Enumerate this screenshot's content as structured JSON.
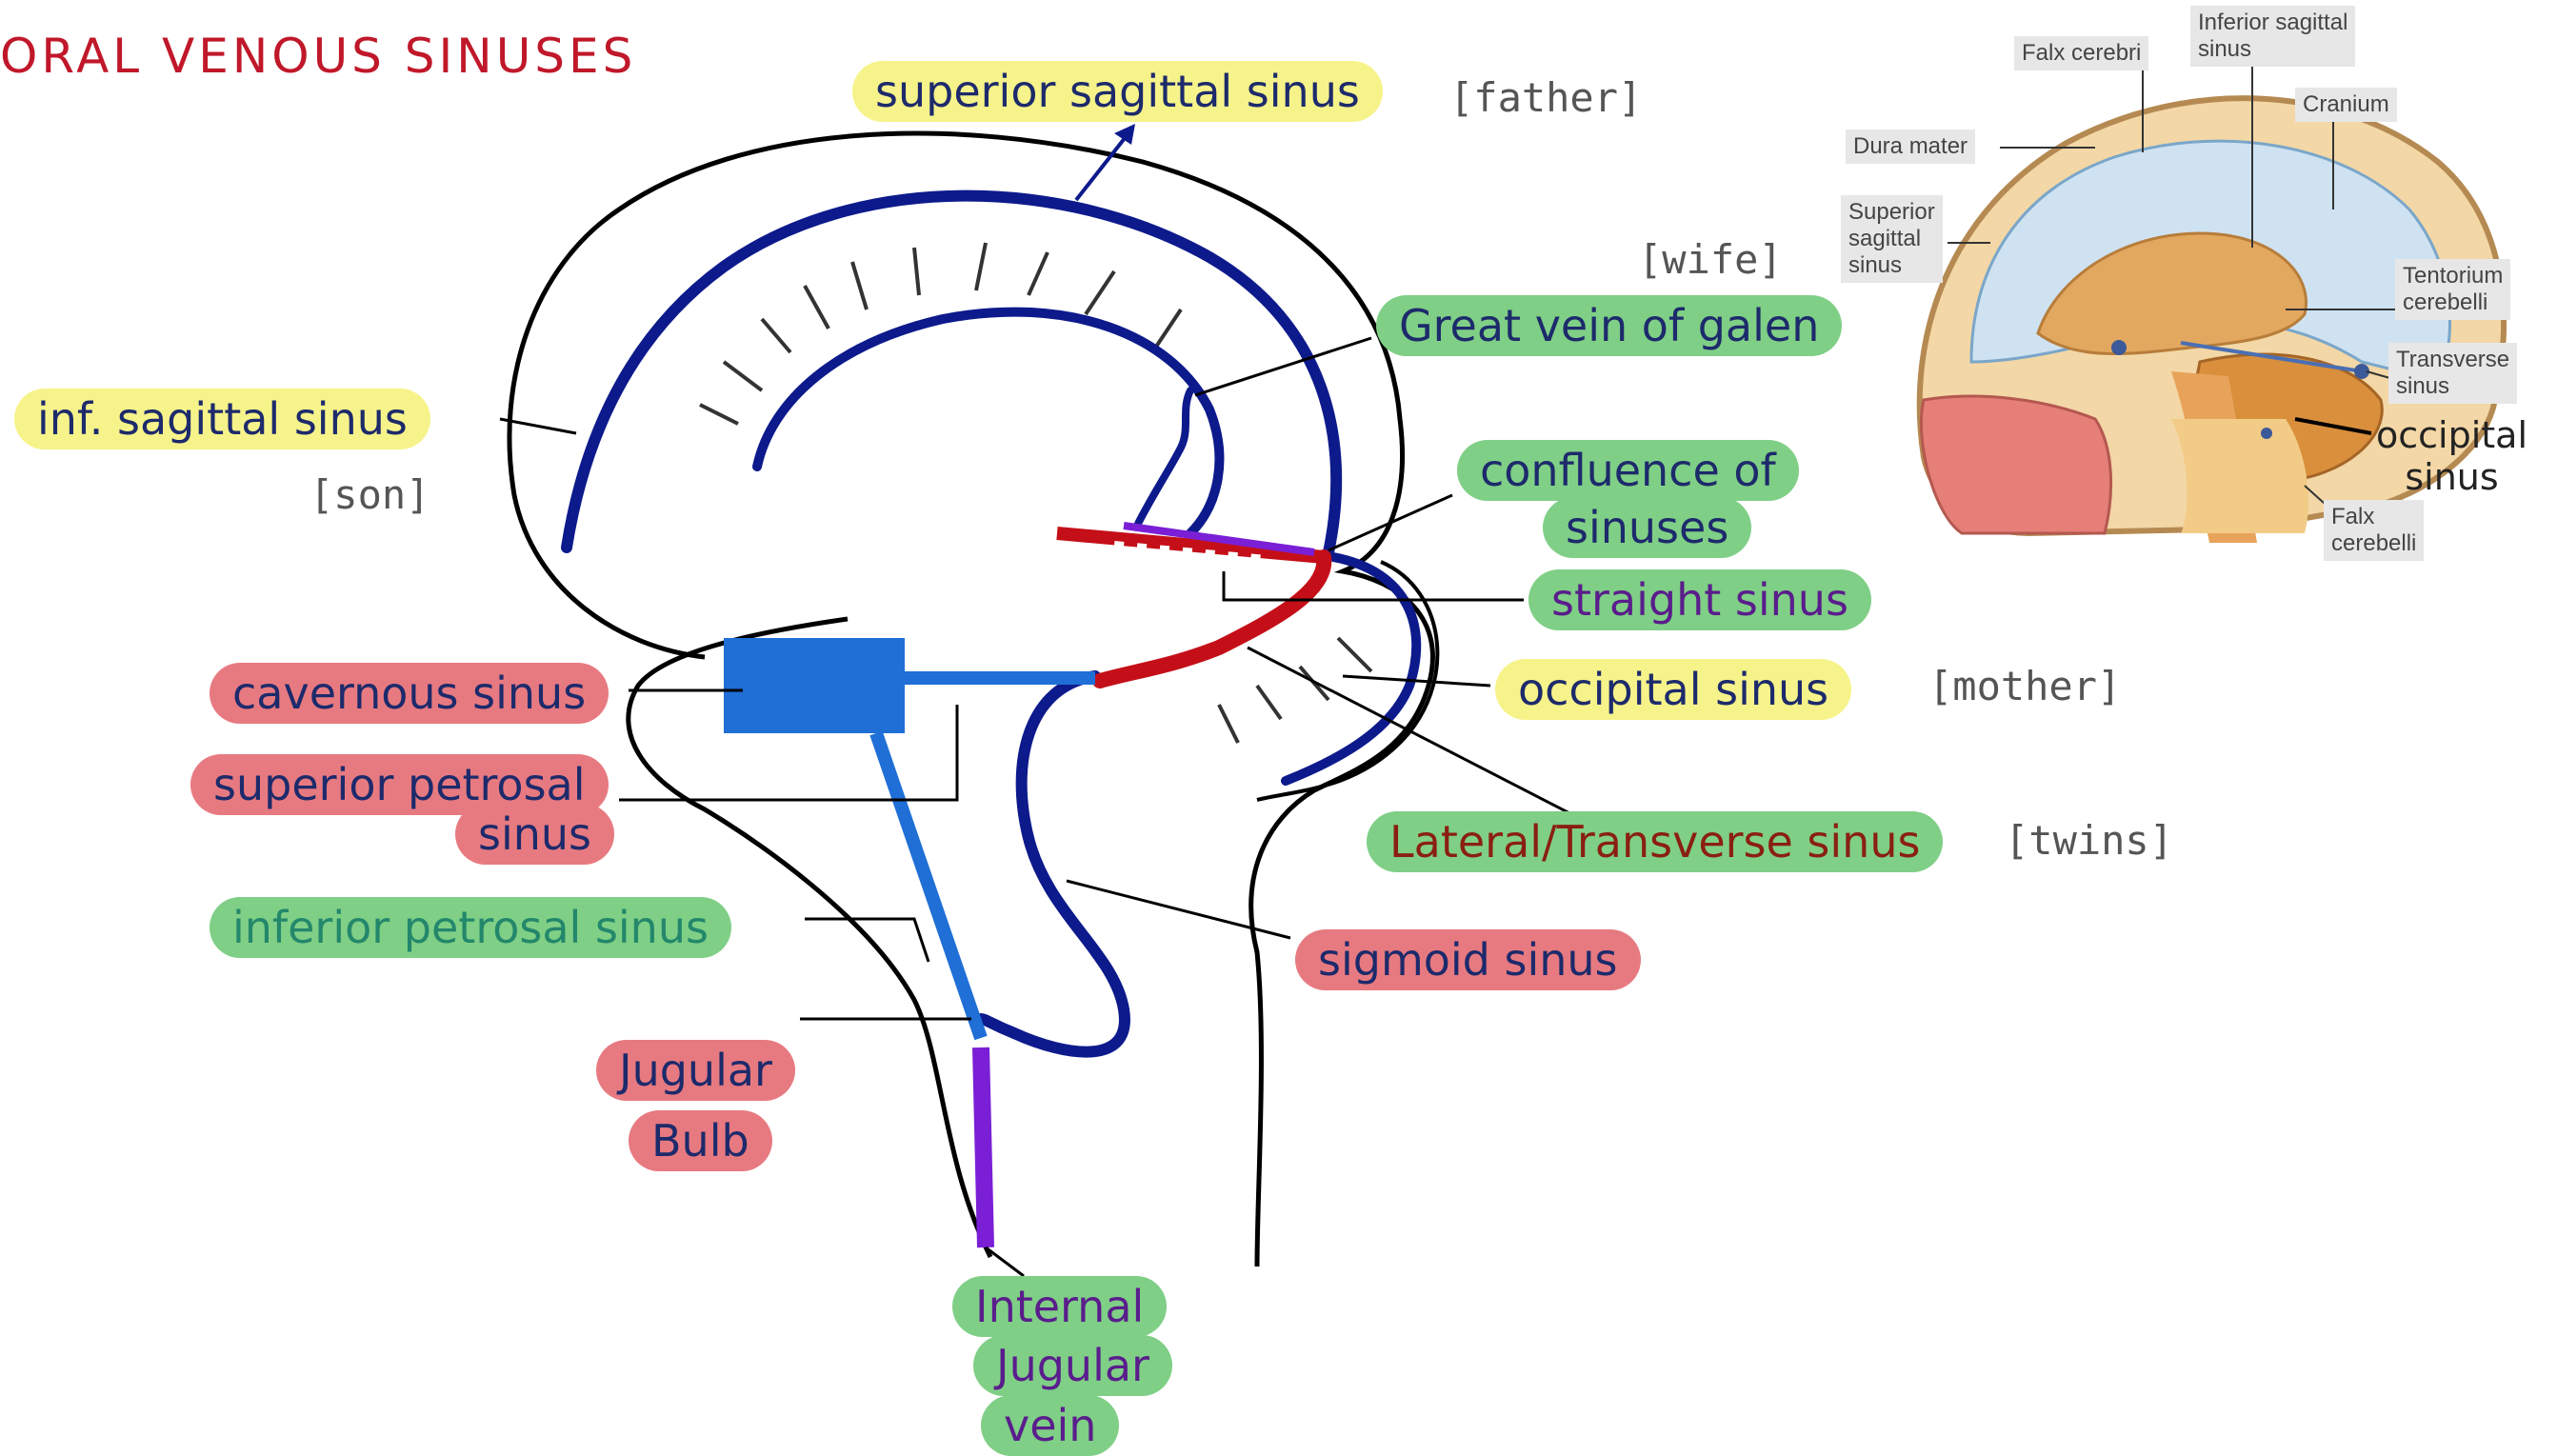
{
  "title": "ORAL VENOUS SINUSES",
  "labels": {
    "superior_sagittal_sinus": "superior sagittal sinus",
    "inf_sagittal_sinus": "inf. sagittal sinus",
    "great_vein_of_galen": "Great vein of galen",
    "confluence_line1": "confluence of",
    "confluence_line2": "sinuses",
    "straight_sinus": "straight sinus",
    "occipital_sinus": "occipital sinus",
    "cavernous_sinus": "cavernous sinus",
    "superior_petrosal_line1": "superior petrosal",
    "superior_petrosal_line2": "sinus",
    "inferior_petrosal_sinus": "inferior petrosal sinus",
    "lateral_transverse_sinus": "Lateral/Transverse sinus",
    "sigmoid_sinus": "sigmoid sinus",
    "jugular_bulb_line1": "Jugular",
    "jugular_bulb_line2": "Bulb",
    "ijv_line1": "Internal",
    "ijv_line2": "Jugular",
    "ijv_line3": "vein"
  },
  "notes": {
    "father": "[father]",
    "wife": "[wife]",
    "son": "[son]",
    "mother": "[mother]",
    "twins": "[twins]"
  },
  "inset": {
    "falx_cerebri": "Falx cerebri",
    "inferior_sagittal_sinus": "Inferior sagittal\nsinus",
    "cranium": "Cranium",
    "dura_mater": "Dura mater",
    "superior_sagittal_sinus": "Superior\nsagittal\nsinus",
    "tentorium_cerebelli": "Tentorium\ncerebelli",
    "transverse_sinus": "Transverse\nsinus",
    "occipital_sinus": "occipital\nsinus",
    "falx_cerebelli": "Falx\ncerebelli"
  },
  "colors": {
    "dark_blue_vein": "#0d1a8c",
    "light_blue_vein": "#1f6fd6",
    "red_sinus": "#c40f18",
    "purple_vein": "#7a1fd6",
    "yellow_highlight": "#f6f38a",
    "green_highlight": "#7fcf86",
    "red_highlight": "#e77a80"
  }
}
